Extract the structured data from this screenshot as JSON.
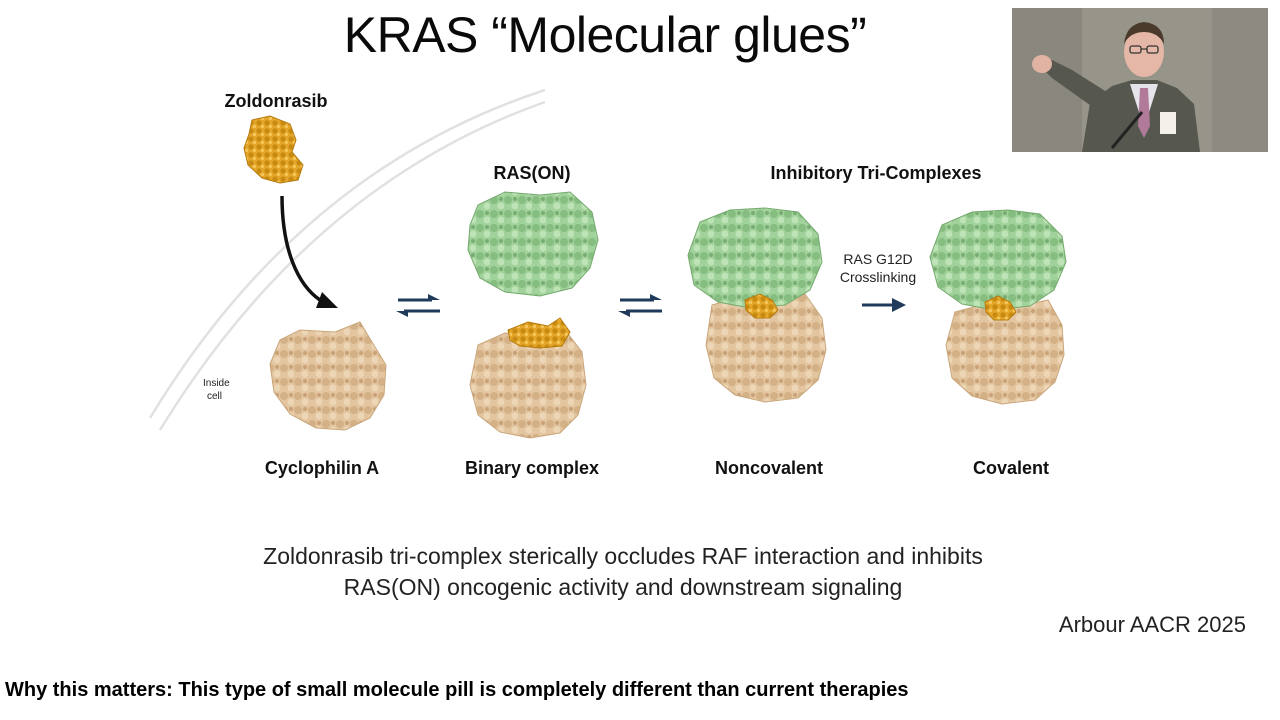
{
  "slide": {
    "title": "KRAS “Molecular glues”",
    "caption_line1": "Zoldonrasib tri-complex sterically occludes RAF interaction and inhibits",
    "caption_line2": "RAS(ON) oncogenic activity and downstream signaling",
    "citation": "Arbour AACR 2025"
  },
  "diagram": {
    "drug_label": "Zoldonrasib",
    "inside_cell_label_line1": "Inside",
    "inside_cell_label_line2": "cell",
    "ras_on_label": "RAS(ON)",
    "tri_complex_label": "Inhibitory Tri-Complexes",
    "crosslink_label_line1": "RAS G12D",
    "crosslink_label_line2": "Crosslinking",
    "stages": {
      "cyclophilin": "Cyclophilin A",
      "binary": "Binary complex",
      "noncovalent": "Noncovalent",
      "covalent": "Covalent"
    },
    "colors": {
      "drug": "#e0a42a",
      "ras_protein": "#9fcf98",
      "cyclophilin_protein": "#e2c49d",
      "arrow": "#1f3a5a"
    }
  },
  "banner": {
    "text": "Why this matters: This type of small molecule pill is completely different than current therapies"
  },
  "video": {
    "badge_text": ""
  }
}
